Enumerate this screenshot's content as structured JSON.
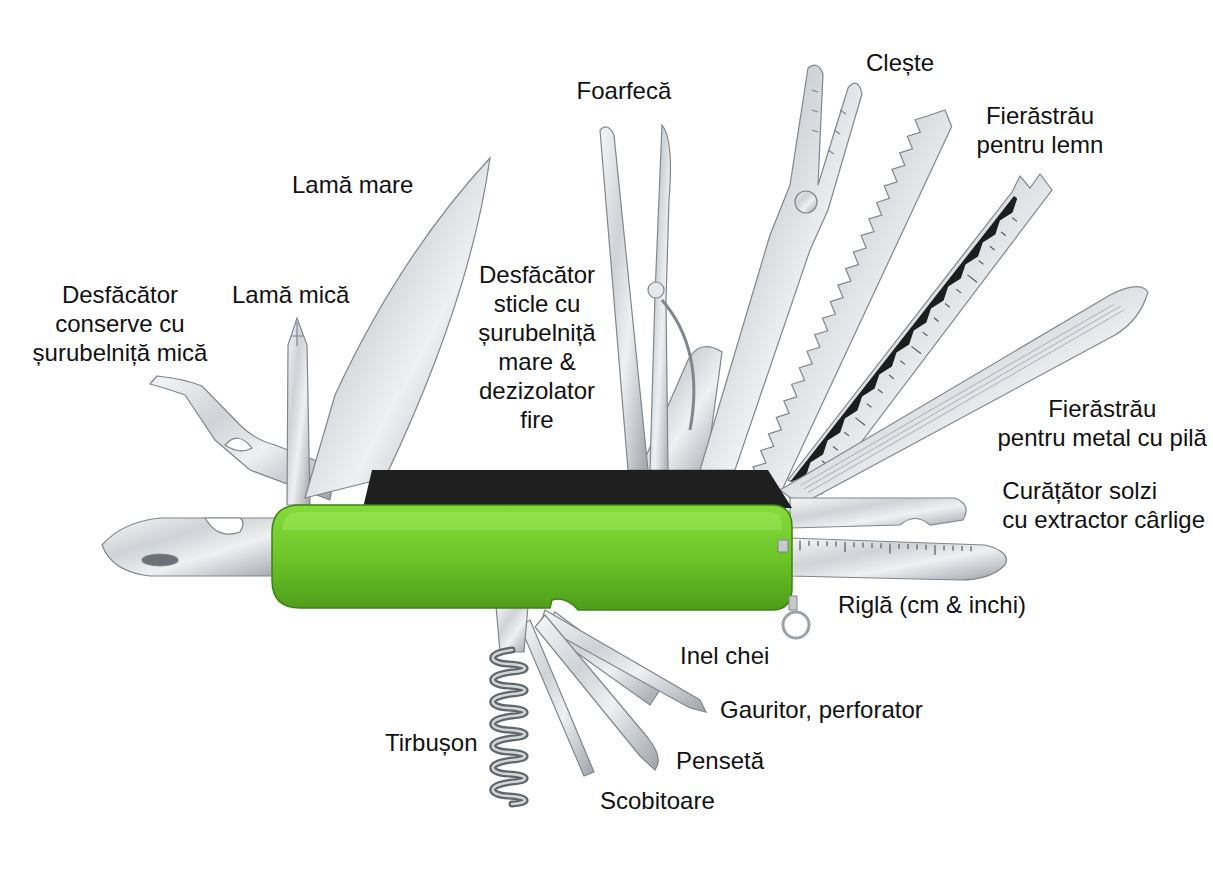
{
  "diagram": {
    "labels": [
      "Clește",
      "Foarfecă",
      "Fierăstrău pentru lemn",
      "Lamă mare",
      "Desfăcător sticle cu șurubelniță mare & dezizolator fire",
      "Desfăcător conserve cu șurubelniță mică",
      "Lamă mică",
      "Fierăstrău pentru metal cu pilă",
      "Curățător solzi cu extractor cârlige",
      "Riglă (cm & inchi)",
      "Inel chei",
      "Gauritor, perforator",
      "Tirbușon",
      "Pensetă",
      "Scobitoare"
    ]
  }
}
